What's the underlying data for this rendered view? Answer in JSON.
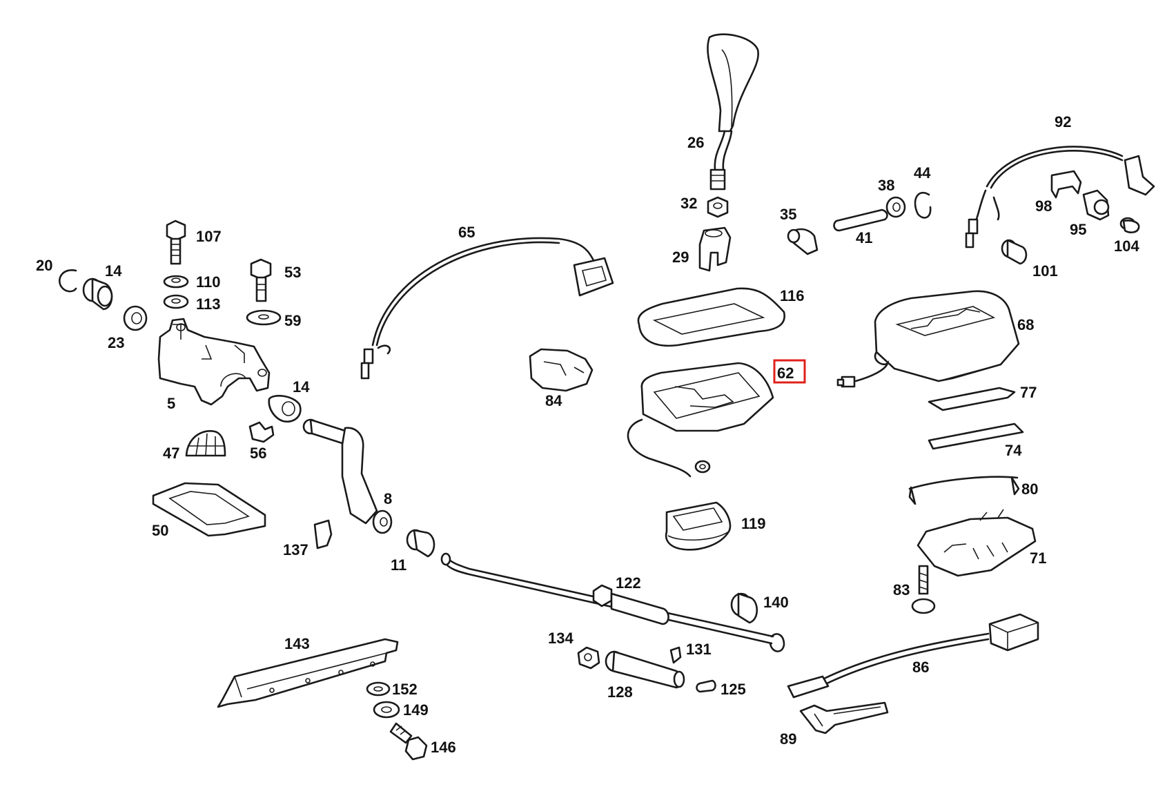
{
  "colors": {
    "line": "#1a1a1a",
    "label": "#111111",
    "highlight": "#e0201b",
    "background": "#ffffff"
  },
  "diagram": {
    "highlighted_part": "62",
    "labels": {
      "l107": "107",
      "l110": "110",
      "l113": "113",
      "l53": "53",
      "l59": "59",
      "l20": "20",
      "l14a": "14",
      "l23": "23",
      "l5": "5",
      "l14b": "14",
      "l47": "47",
      "l56": "56",
      "l50": "50",
      "l8": "8",
      "l137": "137",
      "l11": "11",
      "l65": "65",
      "l84": "84",
      "l26": "26",
      "l32": "32",
      "l29": "29",
      "l116": "116",
      "l62": "62",
      "l119": "119",
      "l35": "35",
      "l38": "38",
      "l44": "44",
      "l41": "41",
      "l92": "92",
      "l98": "98",
      "l95": "95",
      "l104": "104",
      "l101": "101",
      "l68": "68",
      "l77": "77",
      "l74": "74",
      "l80": "80",
      "l71": "71",
      "l83": "83",
      "l122": "122",
      "l140": "140",
      "l134": "134",
      "l131": "131",
      "l128": "128",
      "l125": "125",
      "l143": "143",
      "l152": "152",
      "l149": "149",
      "l146": "146",
      "l86": "86",
      "l89": "89"
    }
  }
}
